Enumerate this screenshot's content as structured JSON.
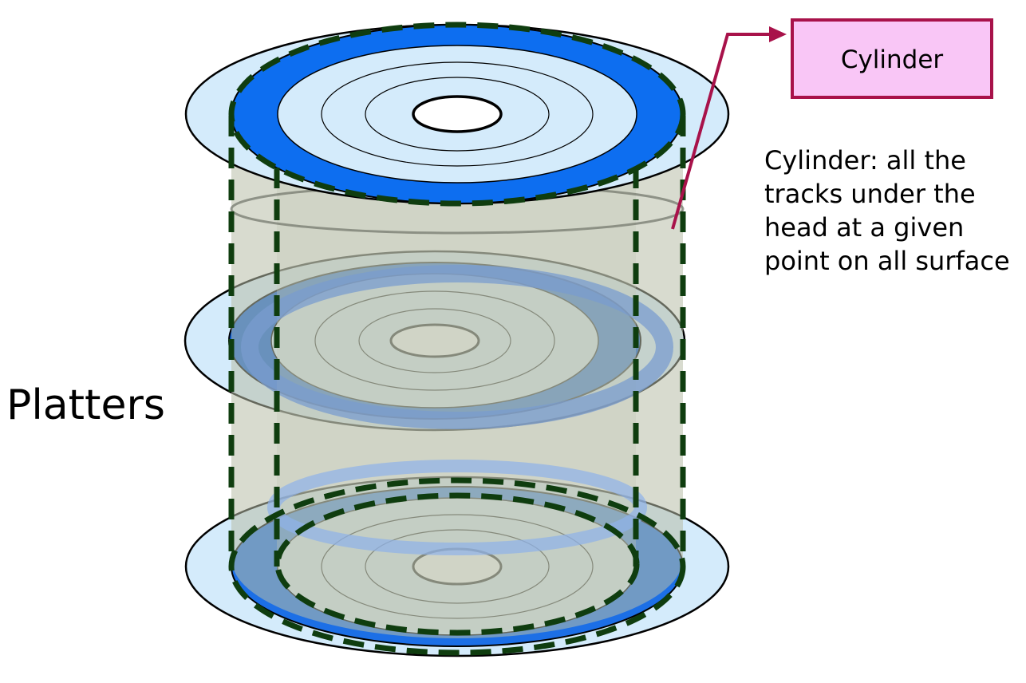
{
  "labels": {
    "platters": "Platters",
    "cylinder_box": "Cylinder",
    "definition_lines": [
      "Cylinder: all the",
      "tracks under the",
      "head at a given",
      "point on all surface"
    ]
  },
  "colors": {
    "platter_fill": "#d4ebfb",
    "track_band": "#0d6ef0",
    "track_band_dark": "#0a5cd6",
    "cylinder_overlay": "#b8bea8",
    "dash_outline": "#0f3d0f",
    "callout_box_fill": "#f9c6f6",
    "callout_box_border": "#a8124a",
    "arrow": "#a8124a"
  },
  "icons": {
    "arrow": "arrow-right-icon"
  }
}
